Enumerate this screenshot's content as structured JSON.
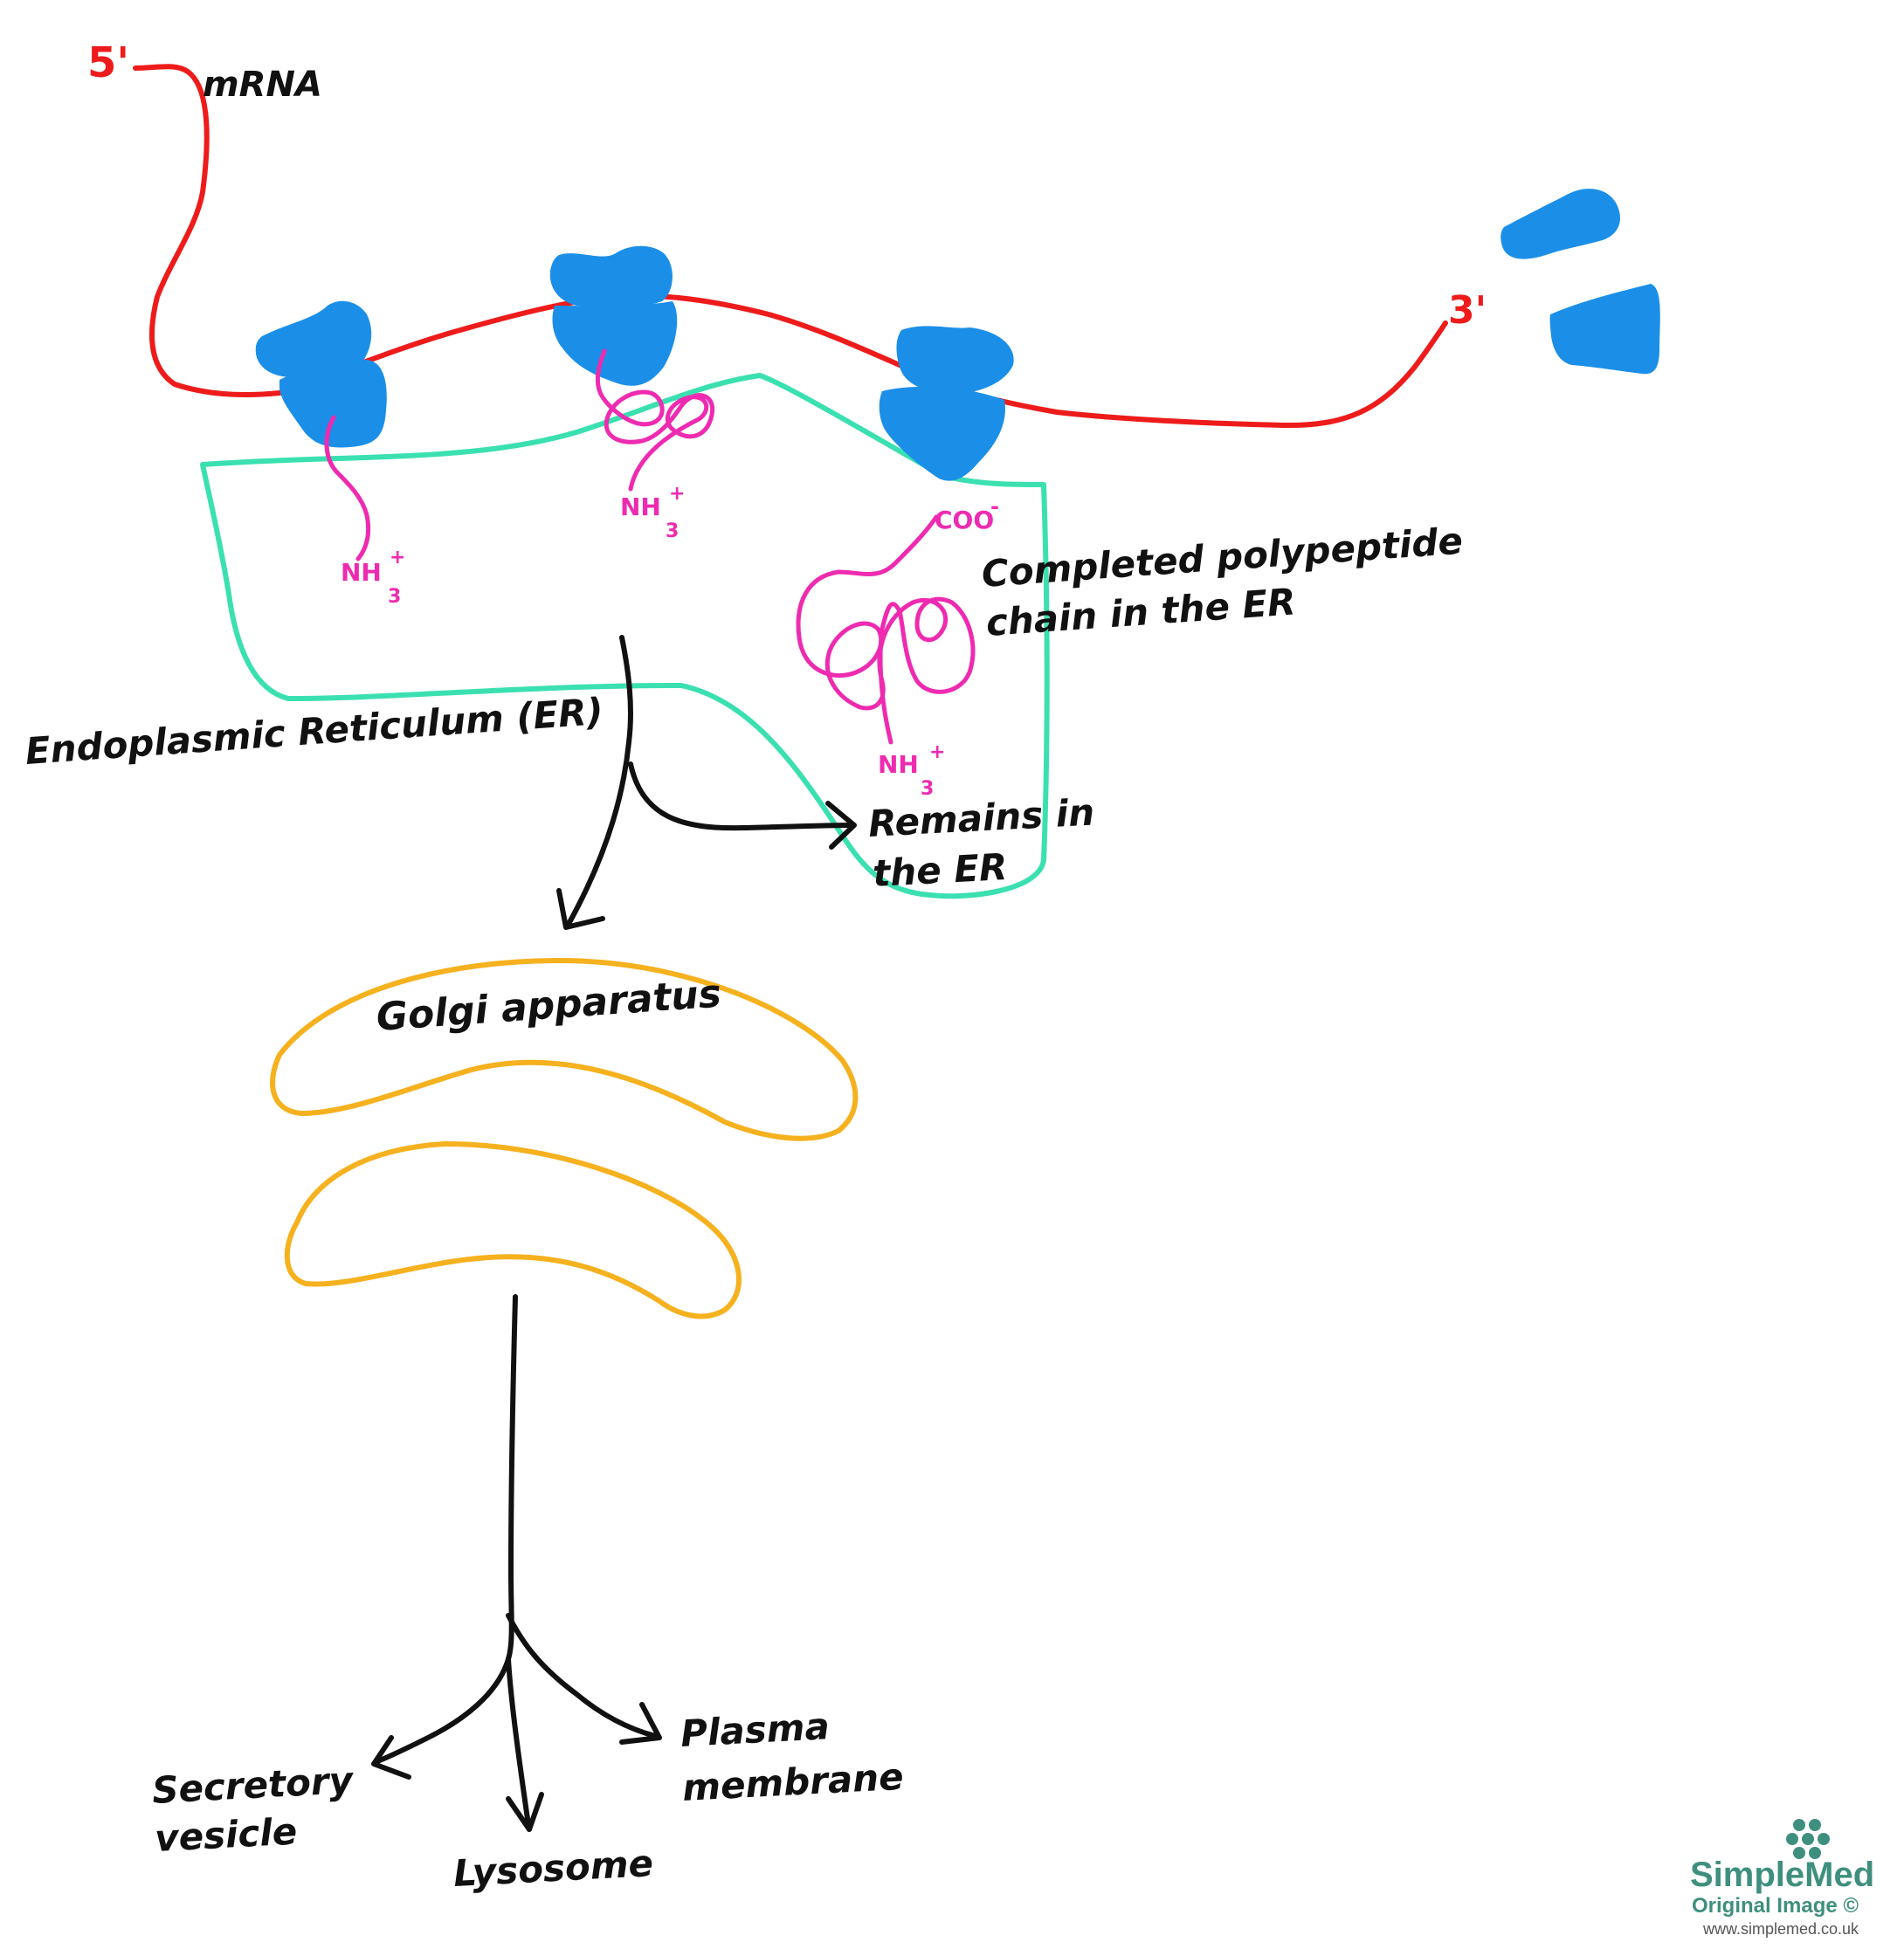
{
  "mrna": {
    "five_prime": "5'",
    "three_prime": "3'",
    "label": "mRNA"
  },
  "chain": {
    "nh3_label": "NH",
    "nh3_sub": "3",
    "nh3_sup": "+",
    "coo_label": "COO",
    "coo_sup": "-"
  },
  "labels": {
    "completed_line1": "Completed polypeptide",
    "completed_line2": "chain in the ER",
    "er": "Endoplasmic Reticulum (ER)",
    "remains_line1": "Remains in",
    "remains_line2": "the ER",
    "golgi": "Golgi apparatus",
    "secretory_line1": "Secretory",
    "secretory_line2": "vesicle",
    "lysosome": "Lysosome",
    "plasma_line1": "Plasma",
    "plasma_line2": "membrane"
  },
  "watermark": {
    "brand": "SimpleMed",
    "line2": "Original Image ©",
    "url": "www.simplemed.co.uk"
  },
  "colors": {
    "mrna": "#ee1b1b",
    "ribosome": "#1b8fe8",
    "polypeptide": "#ee2bb0",
    "er_outline": "#3be0b0",
    "golgi": "#f5b11e",
    "arrows": "#111111",
    "brand": "#3f8f7e"
  }
}
